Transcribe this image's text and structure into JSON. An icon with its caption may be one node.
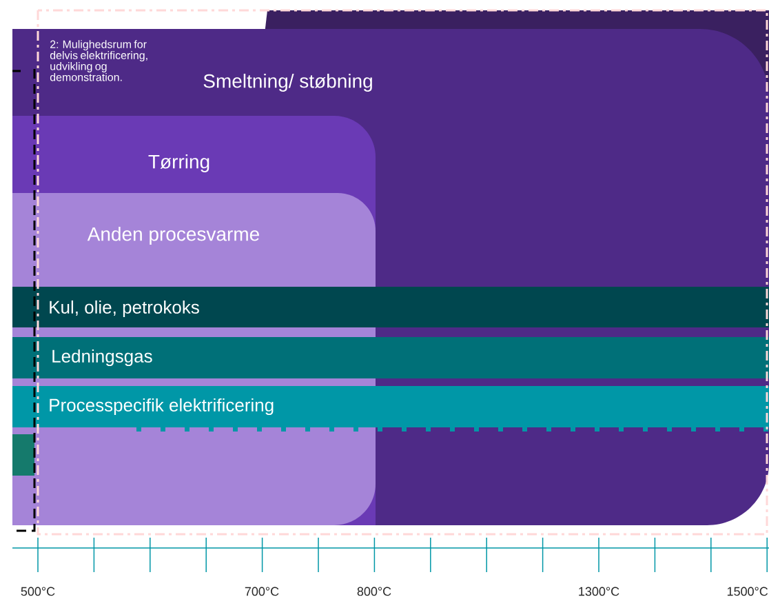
{
  "diagram": {
    "nodes": [
      {
        "text": [
          "Smeltning/ støbning"
        ]
      },
      {
        "text": [
          "Tørring"
        ],
        "in": 0
      },
      {
        "text": [
          "Anden procesvarme"
        ],
        "in": 1
      },
      {
        "text": [
          "Kul, olie, petrokoks"
        ],
        "in": 0
      },
      {
        "text": [
          "Ledningsgas"
        ],
        "in": 0
      },
      {
        "text": [
          "Processpecifik elektrificering"
        ],
        "in": 0
      },
      {
        "text": [],
        "shape": "bar",
        "in": 2
      }
    ],
    "labels": [
      "2: Mulighedsrum for delvis elektrificering, udvikling og demonstration.",
      "500°C",
      "700°C",
      "800°C",
      "1300°C",
      "1500°C"
    ]
  }
}
